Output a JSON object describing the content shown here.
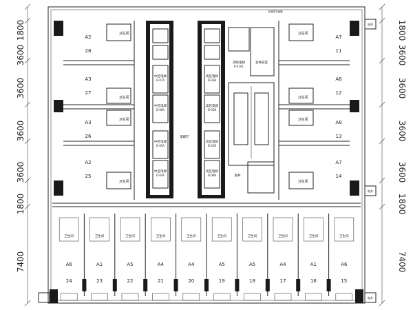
{
  "dimensions": {
    "left": [
      "1800",
      "3600",
      "3600",
      "3600",
      "3600",
      "1800",
      "7400"
    ],
    "right": [
      "1800",
      "3600",
      "3600",
      "3600",
      "3600",
      "1800",
      "7400"
    ]
  },
  "units_left": [
    {
      "type": "A2",
      "num": "28"
    },
    {
      "type": "A3",
      "num": "27"
    },
    {
      "type": "A3",
      "num": "26"
    },
    {
      "type": "A2",
      "num": "25"
    }
  ],
  "units_right": [
    {
      "type": "A7",
      "num": "11"
    },
    {
      "type": "A8",
      "num": "12"
    },
    {
      "type": "A8",
      "num": "13"
    },
    {
      "type": "A7",
      "num": "14"
    }
  ],
  "units_bottom": [
    {
      "type": "A6",
      "num": "24"
    },
    {
      "type": "A1",
      "num": "23"
    },
    {
      "type": "A5",
      "num": "22"
    },
    {
      "type": "A4",
      "num": "21"
    },
    {
      "type": "A4",
      "num": "20"
    },
    {
      "type": "A5",
      "num": "19"
    },
    {
      "type": "A5",
      "num": "18"
    },
    {
      "type": "A4",
      "num": "17"
    },
    {
      "type": "A1",
      "num": "16"
    },
    {
      "type": "A6",
      "num": "15"
    }
  ],
  "labels": {
    "bathroom": "卫生间",
    "elevator_hall": "电梯厅",
    "fire_room": "消防电梯",
    "fire_room_sub": "P-0101",
    "equipment": "合并前室",
    "corner_room": "电井",
    "shaft": "管井",
    "top_note": "标准层平面图"
  },
  "elevators": [
    {
      "name": "中区电梯",
      "code": "D-07A"
    },
    {
      "name": "中区电梯",
      "code": "D-06A"
    },
    {
      "name": "中区电梯",
      "code": "D-05A"
    },
    {
      "name": "中区电梯",
      "code": "D-04A"
    },
    {
      "name": "高区电梯",
      "code": "D-03B"
    },
    {
      "name": "高区电梯",
      "code": "D-02B"
    },
    {
      "name": "高区电梯",
      "code": "D-01B"
    },
    {
      "name": "高区电梯",
      "code": "D-08B"
    }
  ]
}
